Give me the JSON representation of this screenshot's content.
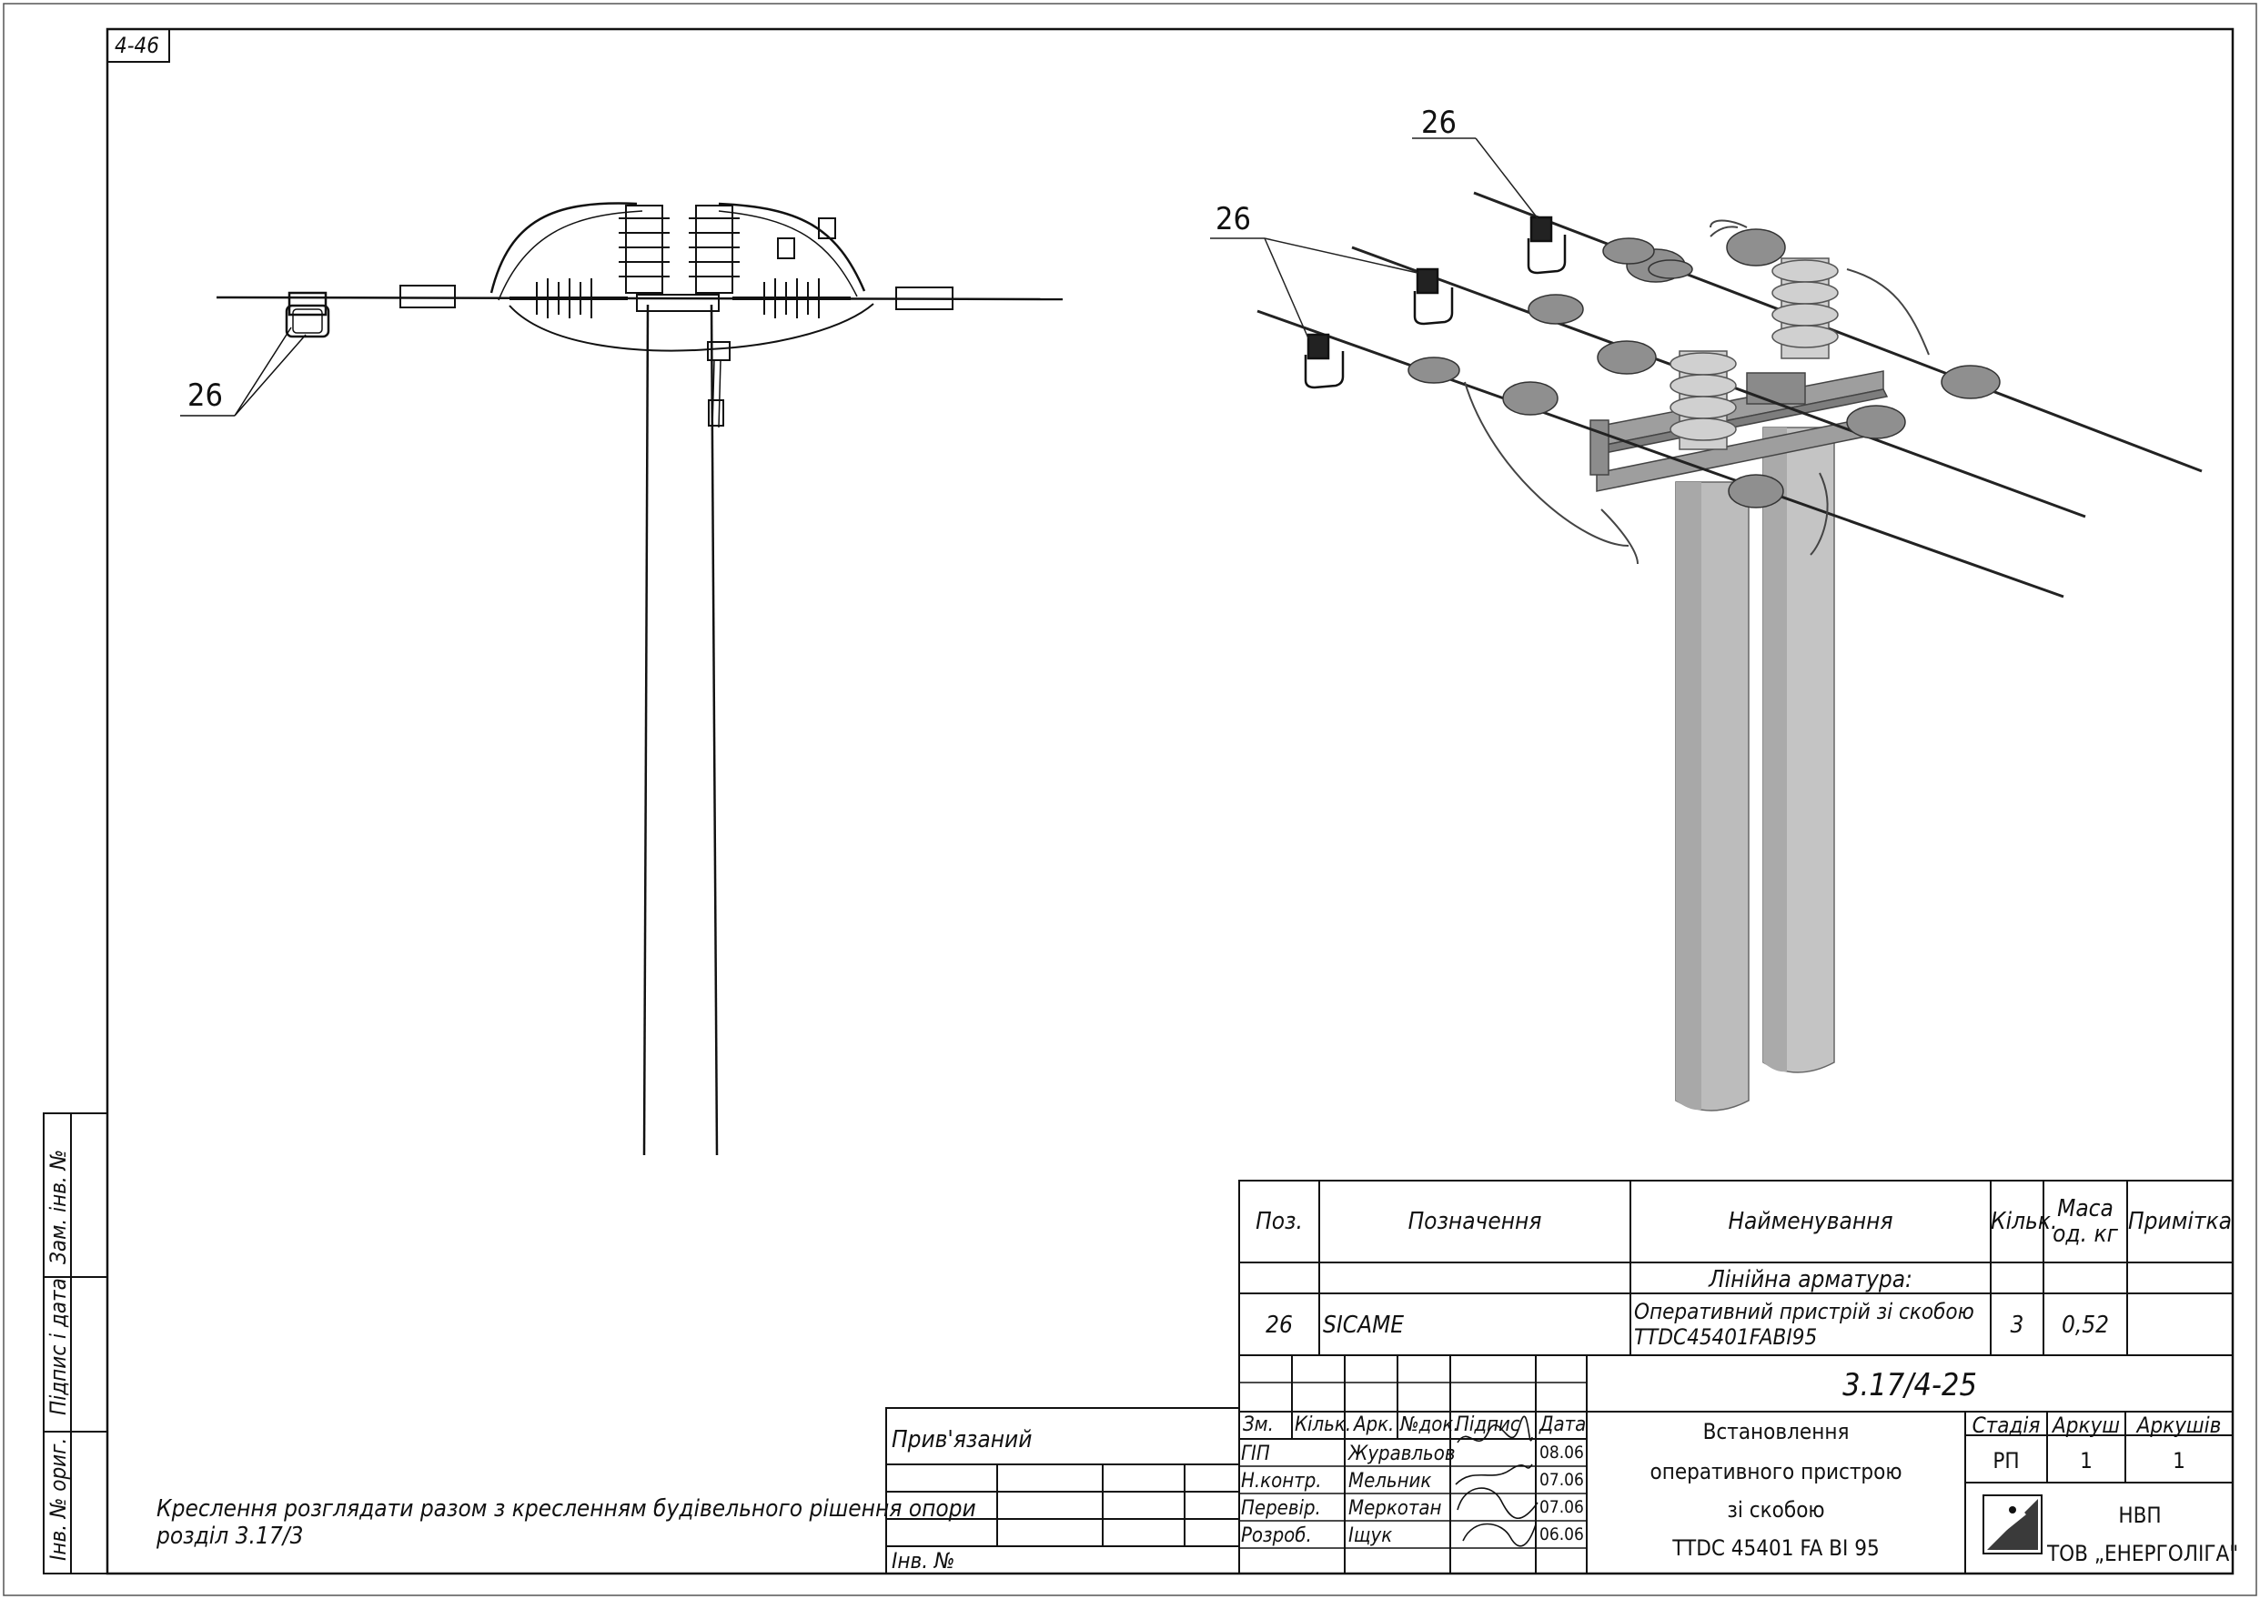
{
  "sheet_code": "4-46",
  "callouts": {
    "left_view": "26",
    "right_view_upper": "26",
    "right_view_lower": "26"
  },
  "side_stamp": {
    "zam_inv": "Зам. інв. №",
    "pidpys_data": "Підпис і дата",
    "inv_orig": "Інв. № ориг."
  },
  "note": {
    "line1": "Креслення розглядати разом з кресленням будівельного рішення опори",
    "line2": "розділ 3.17/3"
  },
  "attachment": {
    "label": "Прив'язаний",
    "inv_label": "Інв. №"
  },
  "spec": {
    "headers": {
      "pos": "Поз.",
      "designation": "Позначення",
      "name": "Найменування",
      "qty": "Кільк.",
      "mass": "Маса од. кг",
      "mass_l1": "Маса",
      "mass_l2": "од. кг",
      "note": "Примітка"
    },
    "section": "Лінійна арматура:",
    "rows": [
      {
        "pos": "26",
        "designation": "SICAME",
        "name_l1": "Оперативний пристрій зі скобою",
        "name_l2": "TTDC45401FABI95",
        "qty": "3",
        "mass": "0,52",
        "note": ""
      }
    ]
  },
  "title_block": {
    "doc_code": "3.17/4-25",
    "col_headers": {
      "zm": "Зм.",
      "kilk": "Кільк.",
      "ark": "Арк.",
      "ndok": "№док.",
      "pidpys": "Підпис",
      "data": "Дата"
    },
    "people": [
      {
        "role": "ГІП",
        "name": "Журавльов",
        "date": "08.06"
      },
      {
        "role": "Н.контр.",
        "name": "Мельник",
        "date": "07.06"
      },
      {
        "role": "Перевір.",
        "name": "Меркотан",
        "date": "07.06"
      },
      {
        "role": "Розроб.",
        "name": "Іщук",
        "date": "06.06"
      }
    ],
    "title_l1": "Встановлення",
    "title_l2": "оперативного пристрою",
    "title_l3": "зі скобою",
    "title_l4": "TTDC 45401 FA BI 95",
    "stage_label": "Стадія",
    "sheet_label": "Аркуш",
    "sheets_label": "Аркушів",
    "stage": "РП",
    "sheet": "1",
    "sheets": "1",
    "org_l1": "НВП",
    "org_l2": "ТОВ „ЕНЕРГОЛІГА\""
  },
  "colors": {
    "line": "#111111",
    "pole": "#bcbcbc",
    "pole_shade": "#9a9a9a"
  }
}
